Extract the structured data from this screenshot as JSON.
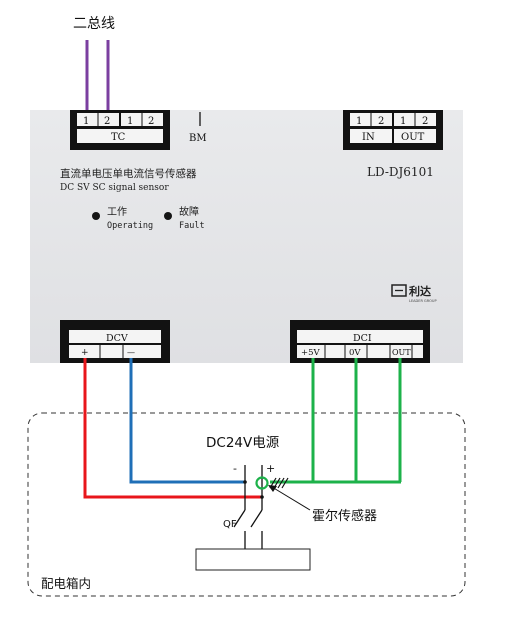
{
  "top_label": "二总线",
  "device": {
    "tc_pins": [
      "1",
      "2",
      "1",
      "2"
    ],
    "tc_label": "TC",
    "bm_label": "BM",
    "in_pins": [
      "1",
      "2"
    ],
    "in_label": "IN",
    "out_pins": [
      "1",
      "2"
    ],
    "out_label": "OUT",
    "title_cn": "直流单电压单电流信号传感器",
    "title_en": "DC SV SC signal sensor",
    "model": "LD-DJ6101",
    "led_operating_cn": "工作",
    "led_operating_en": "Operating",
    "led_fault_cn": "故障",
    "led_fault_en": "Fault",
    "brand_cn": "利达",
    "brand_en": "LEADER GROUP",
    "dcv_label": "DCV",
    "dcv_plus": "+",
    "dcv_minus": "—",
    "dci_label": "DCI",
    "dci_p5v": "+5V",
    "dci_0v": "0V",
    "dci_out": "OUT"
  },
  "psu_label": "DC24V电源",
  "psu_minus": "-",
  "psu_plus": "+",
  "qf_label": "QF",
  "hall_label": "霍尔传感器",
  "box_label": "配电箱内",
  "colors": {
    "bus_wire": "#7b3fa0",
    "red_wire": "#e8161b",
    "blue_wire": "#1f6fb7",
    "green_wire": "#1db24a",
    "device_body": "#e7e8ea",
    "terminal_block": "#121212"
  }
}
